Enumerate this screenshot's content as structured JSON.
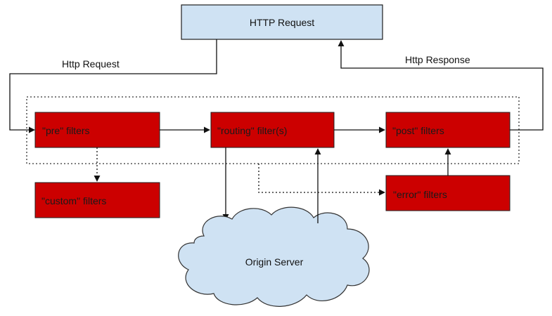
{
  "diagram": {
    "top_box": {
      "label": "HTTP Request",
      "fill": "#cfe2f3",
      "stroke": "#1f1f1f"
    },
    "filters": {
      "pre": {
        "label": "\"pre\" filters"
      },
      "routing": {
        "label": "\"routing\" filter(s)"
      },
      "post": {
        "label": "\"post\" filters"
      },
      "custom": {
        "label": "\"custom\" filters"
      },
      "error": {
        "label": "\"error\" filters"
      },
      "fill": "#cc0000",
      "stroke": "#1f1f1f"
    },
    "cloud": {
      "label": "Origin Server",
      "fill": "#cfe2f3",
      "stroke": "#333333"
    },
    "edge_labels": {
      "request": "Http Request",
      "response": "Http Response"
    },
    "connector_color": "#111111",
    "dotted_color": "#333333"
  }
}
